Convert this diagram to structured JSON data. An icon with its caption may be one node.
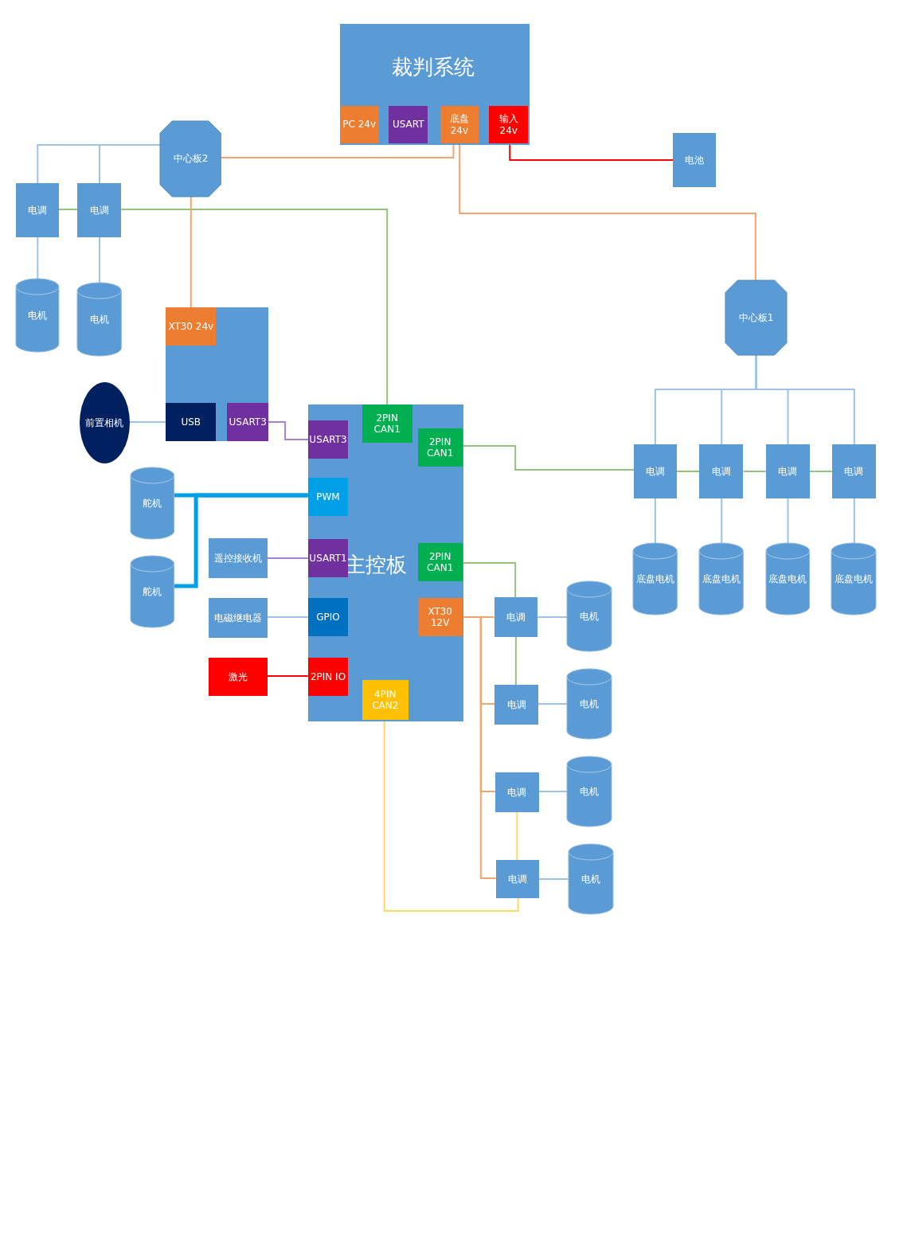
{
  "diagram": {
    "nodes": [
      {
        "text": [
          "裁判系统"
        ]
      },
      {
        "text": [
          "输入24v"
        ],
        "in": 0
      },
      {
        "text": [
          "底盘24v"
        ],
        "in": 0
      },
      {
        "text": [
          "USART"
        ],
        "in": 0
      },
      {
        "text": [
          "PC 24v"
        ],
        "in": 0
      },
      {
        "text": [
          "电池"
        ]
      },
      {
        "text": [
          "中心板1"
        ]
      },
      {
        "text": [
          "电调"
        ]
      },
      {
        "text": [
          "电调"
        ]
      },
      {
        "text": [
          "电调"
        ]
      },
      {
        "text": [
          "电调"
        ]
      },
      {
        "text": [
          "底盘电机"
        ]
      },
      {
        "text": [
          "底盘电机"
        ]
      },
      {
        "text": [
          "底盘电机"
        ]
      },
      {
        "text": [
          "底盘电机"
        ]
      },
      {
        "text": [
          "电机"
        ]
      },
      {
        "text": [
          "电机"
        ]
      },
      {
        "text": [
          "电机"
        ]
      },
      {
        "text": [
          "电机"
        ]
      },
      {
        "text": [
          "电调"
        ]
      },
      {
        "text": [
          "电调"
        ]
      },
      {
        "text": [
          "电调"
        ]
      },
      {
        "text": [
          "电调"
        ]
      },
      {
        "text": [
          "主控板"
        ]
      },
      {
        "text": [
          "2PIN CAN1"
        ],
        "in": 23
      },
      {
        "text": [
          "2PIN CAN1"
        ],
        "in": 23
      },
      {
        "text": [
          "XT30 12V"
        ],
        "in": 23
      },
      {
        "text": [
          "2PIN CAN1"
        ],
        "in": 23
      },
      {
        "text": [
          "4PIN CAN2"
        ],
        "in": 23
      },
      {
        "text": [
          "USART3"
        ],
        "in": 23
      },
      {
        "text": [
          "PWM"
        ],
        "in": 23
      },
      {
        "text": [
          "USART1"
        ],
        "in": 23
      },
      {
        "text": [
          "GPIO"
        ],
        "in": 23
      },
      {
        "text": [
          "2PIN IO"
        ],
        "in": 23
      },
      {
        "text": [
          "遥控接收机"
        ]
      },
      {
        "text": [
          "电磁继电器"
        ]
      },
      {
        "text": [
          "激光"
        ]
      },
      {
        "text": [],
        "shape": "box"
      },
      {
        "text": [
          "USART3"
        ],
        "in": 37
      },
      {
        "text": [
          "XT30 24v"
        ],
        "in": 37
      },
      {
        "text": [
          "USB"
        ],
        "in": 37
      },
      {
        "text": [
          "中心板2"
        ]
      },
      {
        "text": [
          "舵机"
        ]
      },
      {
        "text": [
          "舵机"
        ]
      },
      {
        "text": [
          "前置相机"
        ]
      },
      {
        "text": [
          "电调"
        ]
      },
      {
        "text": [
          "电调"
        ]
      },
      {
        "text": [
          "电机"
        ]
      },
      {
        "text": [
          "电机"
        ]
      }
    ],
    "edges": [
      {
        "from": 5,
        "to": 1,
        "arrow": "none",
        "color": "#ff0000"
      },
      {
        "from": 2,
        "to": 6,
        "arrow": "none",
        "color": "#f4a46c"
      },
      {
        "from": 2,
        "to": 41,
        "arrow": "none",
        "color": "#f4a46c"
      },
      {
        "from": 6,
        "to": 7,
        "arrow": "none"
      },
      {
        "from": 6,
        "to": 8,
        "arrow": "none"
      },
      {
        "from": 6,
        "to": 9,
        "arrow": "none"
      },
      {
        "from": 6,
        "to": 10,
        "arrow": "none"
      },
      {
        "from": 7,
        "to": 11,
        "arrow": "none"
      },
      {
        "from": 8,
        "to": 12,
        "arrow": "none"
      },
      {
        "from": 9,
        "to": 13,
        "arrow": "none"
      },
      {
        "from": 10,
        "to": 14,
        "arrow": "none"
      },
      {
        "from": 7,
        "to": 8,
        "arrow": "none",
        "color": "#92c47a"
      },
      {
        "from": 8,
        "to": 9,
        "arrow": "none",
        "color": "#92c47a"
      },
      {
        "from": 9,
        "to": 10,
        "arrow": "none",
        "color": "#92c47a"
      },
      {
        "from": 10,
        "to": 24,
        "arrow": "none",
        "color": "#92c47a"
      },
      {
        "from": 25,
        "to": 19,
        "arrow": "none",
        "color": "#92c47a"
      },
      {
        "from": 19,
        "to": 20,
        "arrow": "none",
        "color": "#92c47a"
      },
      {
        "from": 26,
        "to": 19,
        "arrow": "none",
        "color": "#f4a46c"
      },
      {
        "from": 26,
        "to": 20,
        "arrow": "none",
        "color": "#f4a46c"
      },
      {
        "from": 26,
        "to": 21,
        "arrow": "none",
        "color": "#f4a46c"
      },
      {
        "from": 26,
        "to": 22,
        "arrow": "none",
        "color": "#f4a46c"
      },
      {
        "from": 19,
        "to": 15,
        "arrow": "none"
      },
      {
        "from": 20,
        "to": 16,
        "arrow": "none"
      },
      {
        "from": 21,
        "to": 17,
        "arrow": "none"
      },
      {
        "from": 22,
        "to": 18,
        "arrow": "none"
      },
      {
        "from": 21,
        "to": 22,
        "arrow": "none",
        "color": "#ffd966"
      },
      {
        "from": 22,
        "to": 28,
        "arrow": "none",
        "color": "#ffd966"
      },
      {
        "from": 27,
        "to": 45,
        "arrow": "none",
        "color": "#92c47a"
      },
      {
        "from": 45,
        "to": 46,
        "arrow": "none",
        "color": "#92c47a"
      },
      {
        "from": 29,
        "to": 38,
        "arrow": "none",
        "color": "#a97fd0"
      },
      {
        "from": 31,
        "to": 34,
        "arrow": "none",
        "color": "#a97fd0"
      },
      {
        "from": 32,
        "to": 35,
        "arrow": "none"
      },
      {
        "from": 33,
        "to": 36,
        "arrow": "none",
        "color": "#ff0000"
      },
      {
        "from": 30,
        "to": 42,
        "arrow": "none",
        "style": "thick",
        "color": "#00a0e9"
      },
      {
        "from": 30,
        "to": 43,
        "arrow": "none",
        "style": "thick",
        "color": "#00a0e9"
      },
      {
        "from": 41,
        "to": 39,
        "arrow": "none",
        "color": "#f4a46c"
      },
      {
        "from": 41,
        "to": 45,
        "arrow": "none"
      },
      {
        "from": 41,
        "to": 46,
        "arrow": "none"
      },
      {
        "from": 45,
        "to": 47,
        "arrow": "none"
      },
      {
        "from": 46,
        "to": 48,
        "arrow": "none"
      },
      {
        "from": 40,
        "to": 44,
        "arrow": "none"
      }
    ]
  }
}
